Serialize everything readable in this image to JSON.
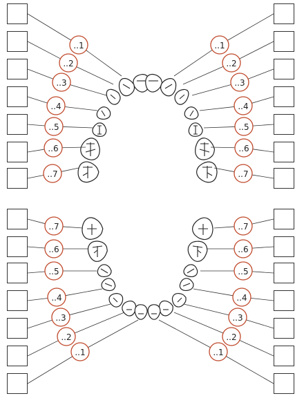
{
  "diagram": {
    "upper_left_labels": [
      "..1",
      "..2",
      "..3",
      "..4",
      "..5",
      "..6",
      "..7"
    ],
    "upper_right_labels": [
      "..1",
      "..2",
      "..3",
      "..4",
      "..5",
      "..6",
      "..7"
    ],
    "lower_left_labels": [
      "..7",
      "..6",
      "..5",
      "..4",
      "..3",
      "..2",
      "..1"
    ],
    "lower_right_labels": [
      "..7",
      "..6",
      "..5",
      "..4",
      "..3",
      "..2",
      "..1"
    ]
  },
  "colors": {
    "circle_stroke": "#c0492b",
    "line": "#333333",
    "tooth_stroke": "#222222"
  }
}
